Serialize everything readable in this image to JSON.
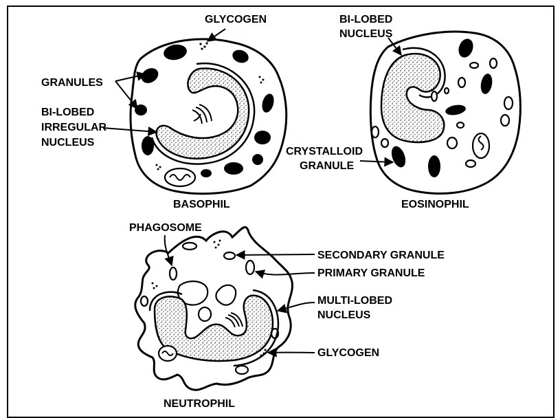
{
  "cells": {
    "basophil": {
      "caption": "BASOPHIL",
      "labels": {
        "glycogen": "GLYCOGEN",
        "granules": "GRANULES",
        "nucleus_line1": "BI-LOBED",
        "nucleus_line2": "IRREGULAR",
        "nucleus_line3": "NUCLEUS"
      }
    },
    "eosinophil": {
      "caption": "EOSINOPHIL",
      "labels": {
        "nucleus_line1": "BI-LOBED",
        "nucleus_line2": "NUCLEUS",
        "crystalloid_line1": "CRYSTALLOID",
        "crystalloid_line2": "GRANULE"
      }
    },
    "neutrophil": {
      "caption": "NEUTROPHIL",
      "labels": {
        "phagosome": "PHAGOSOME",
        "secondary_granule": "SECONDARY GRANULE",
        "primary_granule": "PRIMARY GRANULE",
        "nucleus_line1": "MULTI-LOBED",
        "nucleus_line2": "NUCLEUS",
        "glycogen": "GLYCOGEN"
      }
    }
  }
}
